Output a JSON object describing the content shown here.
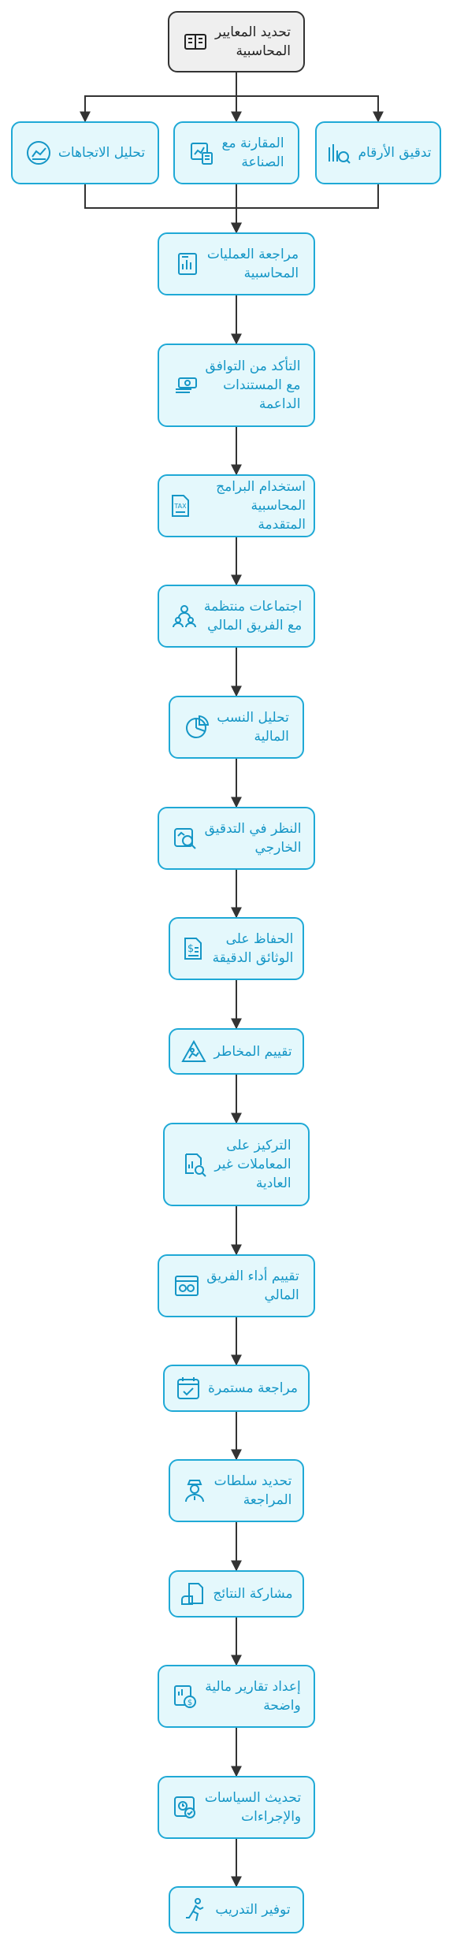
{
  "colors": {
    "node_fill": "#e4f8fc",
    "node_border": "#1fa9d6",
    "node_text": "#1596c6",
    "root_fill": "#efefef",
    "root_border": "#333333",
    "edge": "#333333"
  },
  "nodes": [
    {
      "id": "root",
      "label": "تحديد المعايير\nالمحاسبية",
      "icon": "ledger-book-icon"
    },
    {
      "id": "analyze-trends",
      "label": "تحليل الاتجاهات",
      "icon": "line-chart-icon"
    },
    {
      "id": "industry-compare",
      "label": "المقارنة مع\nالصناعة",
      "icon": "chart-calculator-icon"
    },
    {
      "id": "audit-numbers",
      "label": "تدقيق الأرقام",
      "icon": "bars-search-icon"
    },
    {
      "id": "review-operations",
      "label": "مراجعة العمليات\nالمحاسبية",
      "icon": "bar-chart-report-icon"
    },
    {
      "id": "verify-documents",
      "label": "التأكد من التوافق\nمع المستندات\nالداعمة",
      "icon": "money-stack-icon"
    },
    {
      "id": "advanced-software",
      "label": "استخدام البرامج\nالمحاسبية المتقدمة",
      "icon": "tax-document-icon"
    },
    {
      "id": "team-meetings",
      "label": "اجتماعات منتظمة\nمع الفريق المالي",
      "icon": "team-meeting-icon"
    },
    {
      "id": "ratio-analysis",
      "label": "تحليل النسب\nالمالية",
      "icon": "pie-chart-icon"
    },
    {
      "id": "external-audit",
      "label": "النظر في التدقيق\nالخارجي",
      "icon": "magnifier-chart-icon"
    },
    {
      "id": "keep-records",
      "label": "الحفاظ على\nالوثائق الدقيقة",
      "icon": "dollar-document-icon"
    },
    {
      "id": "risk-assessment",
      "label": "تقييم المخاطر",
      "icon": "warning-triangle-icon"
    },
    {
      "id": "unusual-transactions",
      "label": "التركيز على\nالمعاملات غير\nالعادية",
      "icon": "document-search-icon"
    },
    {
      "id": "team-performance",
      "label": "تقييم أداء الفريق\nالمالي",
      "icon": "performance-board-icon"
    },
    {
      "id": "continuous-review",
      "label": "مراجعة مستمرة",
      "icon": "calendar-check-icon"
    },
    {
      "id": "audit-authorities",
      "label": "تحديد سلطات\nالمراجعة",
      "icon": "officer-icon"
    },
    {
      "id": "share-results",
      "label": "مشاركة النتائج",
      "icon": "share-document-icon"
    },
    {
      "id": "clear-reports",
      "label": "إعداد تقارير مالية\nواضحة",
      "icon": "report-dollar-icon"
    },
    {
      "id": "update-policies",
      "label": "تحديث السياسات\nوالإجراءات",
      "icon": "policy-update-icon"
    },
    {
      "id": "training",
      "label": "توفير التدريب",
      "icon": "running-person-icon"
    }
  ]
}
